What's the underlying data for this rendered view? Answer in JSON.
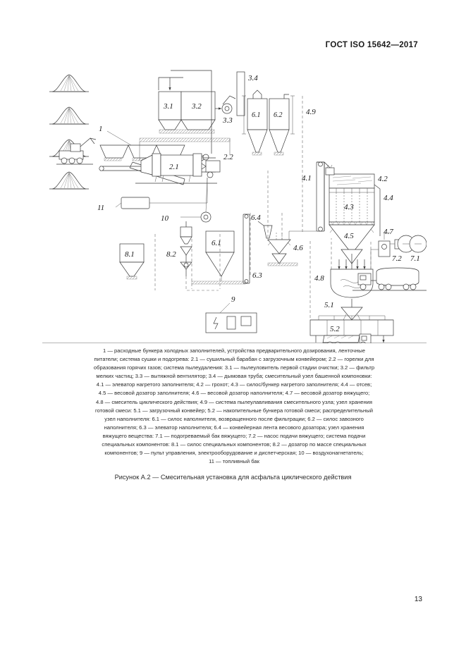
{
  "document": {
    "standard_header": "ГОСТ ISO 15642—2017",
    "page_number": "13"
  },
  "figure": {
    "title": "Рисунок А.2 — Смесительная установка для асфальта циклического действия",
    "caption_lines": [
      "1 — расходные бункера холодных заполнителей, устройства предварительного дозирования, ленточные",
      "питатели; система сушки и подогрева: 2.1 — сушильный барабан с загрузочным конвейером; 2.2 — горелки для",
      "образования горячих газов; система пылеудаления: 3.1 — пылеуловитель первой стадии очистки; 3.2 — фильтр",
      "мелких частиц; 3.3 — вытяжной вентилятор; 3.4 — дымовая труба; смесительный узел башенной компоновки:",
      "4.1 — элеватор нагретого заполнителя; 4.2 — грохот; 4.3 — силос/бункер нагретого заполнителя; 4.4 — отсев;",
      "4.5 — весовой дозатор заполнителя; 4.6 — весовой дозатор наполнителя; 4.7 — весовой дозатор вяжущего;",
      "4.8 — смеситель циклического действия; 4.9 — система пылеулавливания смесительного узла; узел хранения",
      "готовой смеси: 5.1 — загрузочный конвейер; 5.2 — накопительные бункера готовой смеси; распределительный",
      "узел наполнителя: 6.1 — силос наполнителя, возвращенного после фильтрации; 6.2 — силос завозного",
      "наполнителя; 6.3 — элеватор наполнителя; 6.4 — конвейерная лента весового дозатора; узел хранения",
      "вяжущего вещества: 7.1 — подогреваемый бак вяжущего; 7.2 — насос подачи вяжущего; система подачи",
      "специальных компонентов: 8.1 — силос специальных компонентов; 8.2 — дозатор по массе специальных",
      "компонентов; 9 — пульт управления, электрооборудование и диспетчерская; 10 — воздухонагнетатель;",
      "11 — топливный бак"
    ],
    "callouts": {
      "cold_feed_bins": "1",
      "dryer_drum": "2.1",
      "burner": "2.2",
      "primary_dust_collector": "3.1",
      "fine_particle_filter": "3.2",
      "exhaust_fan": "3.3",
      "stack": "3.4",
      "hot_aggregate_elevator": "4.1",
      "screen": "4.2",
      "hot_aggregate_bins": "4.3",
      "reject_chute": "4.4",
      "aggregate_weigh_hopper": "4.5",
      "filler_weigh_hopper": "4.6",
      "binder_weigh_hopper": "4.7",
      "batch_mixer": "4.8",
      "mixer_dust_collection": "4.9",
      "load_out_conveyor": "5.1",
      "storage_silos": "5.2",
      "reclaimed_filler_silo": "6.1",
      "imported_filler_silo": "6.2",
      "filler_elevator": "6.3",
      "weigh_feeder_belt": "6.4",
      "heated_binder_tank": "7.1",
      "binder_pump": "7.2",
      "special_components_silo": "8.1",
      "special_components_doser": "8.2",
      "control_room": "9",
      "air_blower": "10",
      "fuel_tank": "11"
    },
    "equipment_names": {
      "stockpile": "aggregate-stockpile",
      "loader": "wheel-loader",
      "tanker": "bitumen-tanker-truck",
      "dump_truck": "dump-truck",
      "control_panel": "control-panel"
    }
  },
  "colors": {
    "line": "#3a3a3a",
    "dashed": "#6a6a6a",
    "text": "#1a1a1a"
  }
}
